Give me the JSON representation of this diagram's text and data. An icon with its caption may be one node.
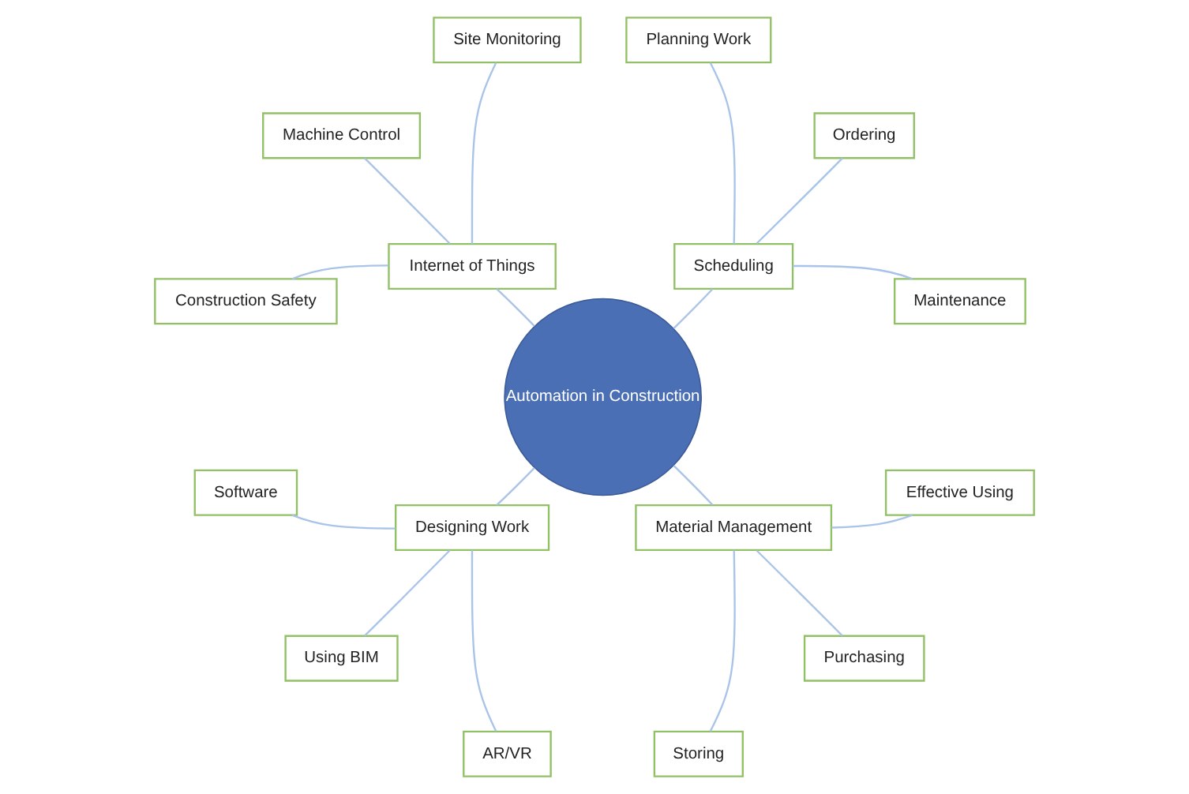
{
  "diagram": {
    "nodes": [
      {
        "text": [
          "Automation in Construction"
        ]
      },
      {
        "text": [
          "Scheduling"
        ]
      },
      {
        "text": [
          "Maintenance"
        ]
      },
      {
        "text": [
          "Ordering"
        ]
      },
      {
        "text": [
          "Planning Work"
        ]
      },
      {
        "text": [
          "Internet of Things"
        ]
      },
      {
        "text": [
          "Site Monitoring"
        ]
      },
      {
        "text": [
          "Machine Control"
        ]
      },
      {
        "text": [
          "Construction Safety"
        ]
      },
      {
        "text": [
          "Designing Work"
        ]
      },
      {
        "text": [
          "Software"
        ]
      },
      {
        "text": [
          "Using BIM"
        ]
      },
      {
        "text": [
          "AR/VR"
        ]
      },
      {
        "text": [
          "Material Management"
        ]
      },
      {
        "text": [
          "Storing"
        ]
      },
      {
        "text": [
          "Purchasing"
        ]
      },
      {
        "text": [
          "Effective Using"
        ]
      }
    ],
    "edges": [
      {
        "from": 0,
        "to": 1,
        "arrow": "none"
      },
      {
        "from": 1,
        "to": 2,
        "arrow": "none"
      },
      {
        "from": 1,
        "to": 3,
        "arrow": "none"
      },
      {
        "from": 1,
        "to": 4,
        "arrow": "none"
      },
      {
        "from": 0,
        "to": 5,
        "arrow": "none"
      },
      {
        "from": 5,
        "to": 6,
        "arrow": "none"
      },
      {
        "from": 5,
        "to": 7,
        "arrow": "none"
      },
      {
        "from": 5,
        "to": 8,
        "arrow": "none"
      },
      {
        "from": 0,
        "to": 9,
        "arrow": "none"
      },
      {
        "from": 9,
        "to": 10,
        "arrow": "none"
      },
      {
        "from": 9,
        "to": 11,
        "arrow": "none"
      },
      {
        "from": 9,
        "to": 12,
        "arrow": "none"
      },
      {
        "from": 0,
        "to": 13,
        "arrow": "none"
      },
      {
        "from": 13,
        "to": 14,
        "arrow": "none"
      },
      {
        "from": 13,
        "to": 15,
        "arrow": "none"
      },
      {
        "from": 13,
        "to": 16,
        "arrow": "none"
      }
    ]
  }
}
